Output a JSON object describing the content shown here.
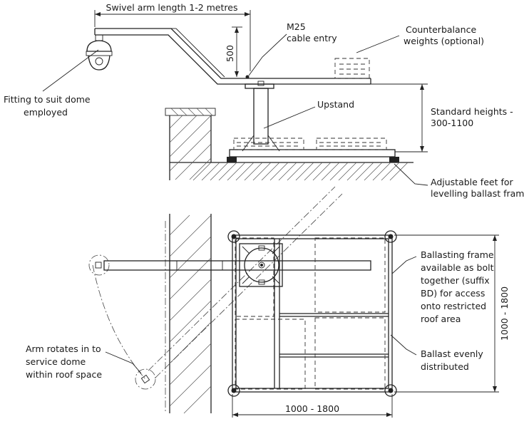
{
  "labels": {
    "swivel_arm": "Swivel arm length 1-2 metres",
    "arm_height": "500",
    "cable_entry_line1": "M25",
    "cable_entry_line2": "cable entry",
    "counterbalance_line1": "Counterbalance",
    "counterbalance_line2": "weights (optional)",
    "fitting_line1": "Fitting to suit dome",
    "fitting_line2": "employed",
    "upstand": "Upstand",
    "standard_heights_line1": "Standard heights -",
    "standard_heights_line2": "300-1100",
    "feet_line1": "Adjustable feet for",
    "feet_line2": "levelling ballast frame",
    "ballasting_line1": "Ballasting frame",
    "ballasting_line2": "available as bolt",
    "ballasting_line3": "together (suffix",
    "ballasting_line4": "BD) for access",
    "ballasting_line5": "onto restricted",
    "ballasting_line6": "roof area",
    "ballast_even_line1": "Ballast evenly",
    "ballast_even_line2": "distributed",
    "rotates_line1": "Arm rotates in to",
    "rotates_line2": "service dome",
    "rotates_line3": "within roof space",
    "frame_width": "1000 - 1800",
    "frame_depth": "1000 - 1800"
  },
  "colors": {
    "line": "#222222",
    "background": "#ffffff"
  }
}
